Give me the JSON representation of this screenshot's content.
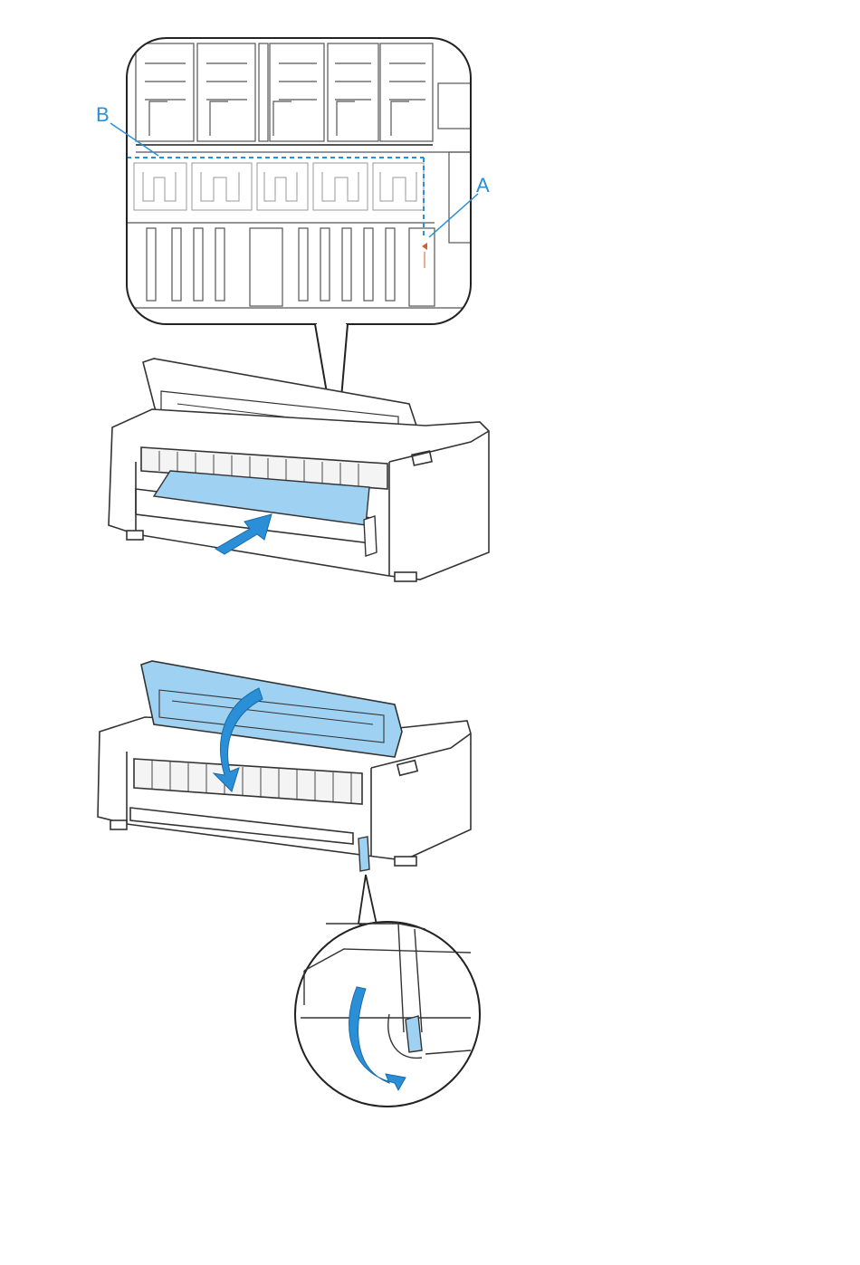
{
  "figure1": {
    "callout_a": "A",
    "callout_b": "B"
  },
  "colors": {
    "accent_blue": "#9fd2f2",
    "guide_blue": "#2a8fd6",
    "marker_orange": "#e0562a",
    "line": "#333333"
  },
  "icons": {
    "figure1": "printer-paper-alignment-illustration",
    "figure2": "printer-top-cover-closing-illustration"
  }
}
